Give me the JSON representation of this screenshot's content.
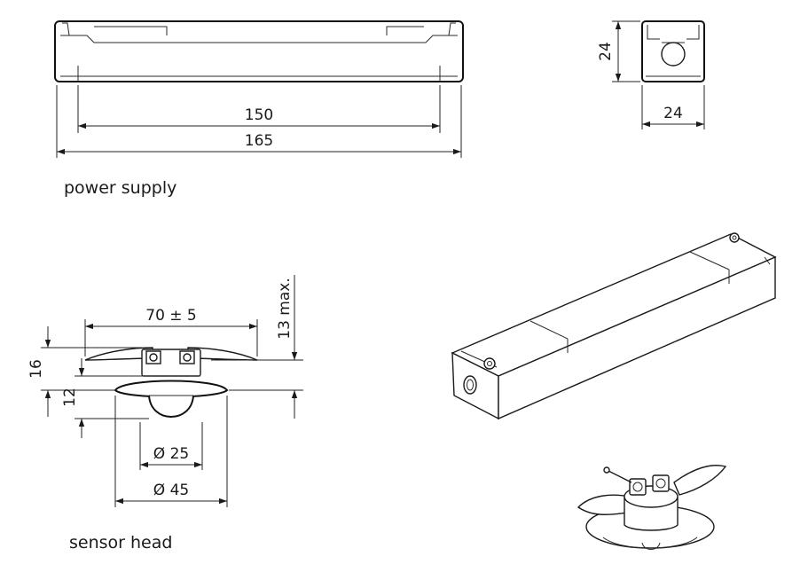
{
  "power_supply": {
    "caption": "power supply",
    "dims": {
      "inner_length": "150",
      "total_length": "165",
      "height": "24",
      "width": "24"
    }
  },
  "sensor_head": {
    "caption": "sensor head",
    "dims": {
      "span": "70 ± 5",
      "max_height": "13 max.",
      "overall_height": "16",
      "body_height": "12",
      "lens_diameter": "Ø 25",
      "base_diameter": "Ø 45"
    }
  }
}
